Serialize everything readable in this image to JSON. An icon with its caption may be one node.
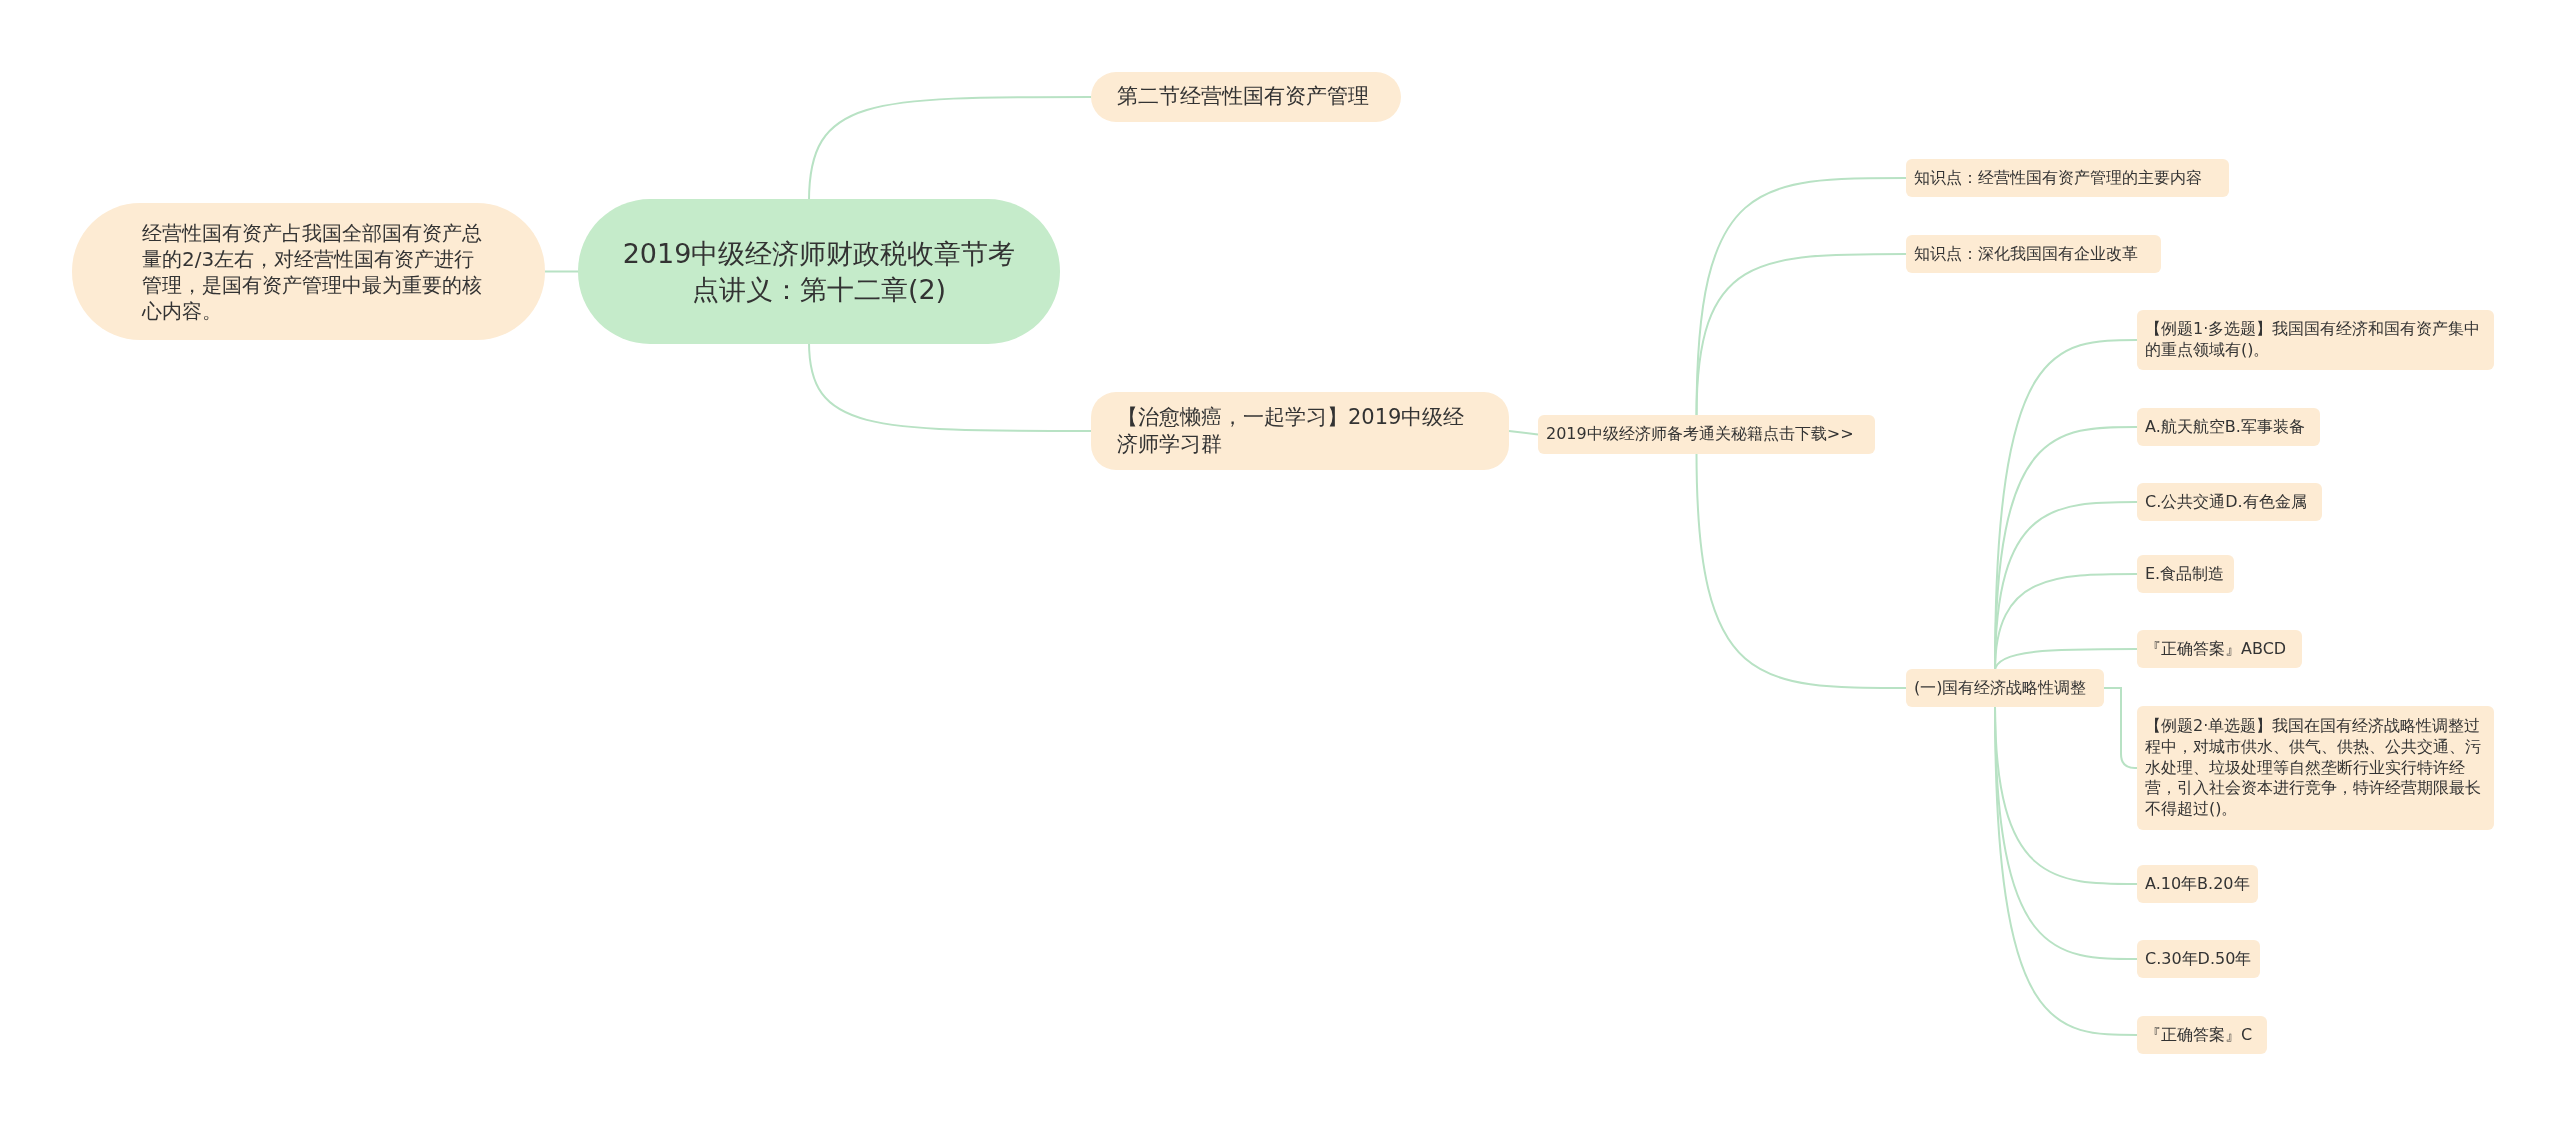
{
  "diagram": {
    "nodes": [
      {
        "text": [
          "2019中级经济师财政税收章节考点讲义：第十二章(2)"
        ]
      },
      {
        "text": [
          "经营性国有资产占我国全部国有资产总量的2/3左右，对经营性国有资产进行管理，是国有资产管理中最为重要的核心内容。"
        ]
      },
      {
        "text": [
          "第二节经营性国有资产管理"
        ]
      },
      {
        "text": [
          "【治愈懒癌，一起学习】2019中级经济师学习群"
        ]
      },
      {
        "text": [
          "2019中级经济师备考通关秘籍点击下载>>"
        ]
      },
      {
        "text": [
          "知识点：经营性国有资产管理的主要内容"
        ]
      },
      {
        "text": [
          "知识点：深化我国国有企业改革"
        ]
      },
      {
        "text": [
          "(一)国有经济战略性调整"
        ]
      },
      {
        "text": [
          "【例题1·多选题】我国国有经济和国有资产集中的重点领域有()。"
        ]
      },
      {
        "text": [
          "A.航天航空B.军事装备"
        ]
      },
      {
        "text": [
          "C.公共交通D.有色金属"
        ]
      },
      {
        "text": [
          "E.食品制造"
        ]
      },
      {
        "text": [
          "『正确答案』ABCD"
        ]
      },
      {
        "text": [
          "【例题2·单选题】我国在国有经济战略性调整过程中，对城市供水、供气、供热、公共交通、污水处理、垃圾处理等自然垄断行业实行特许经营，引入社会资本进行竞争，特许经营期限最长不得超过()。"
        ]
      },
      {
        "text": [
          "A.10年B.20年"
        ]
      },
      {
        "text": [
          "C.30年D.50年"
        ]
      },
      {
        "text": [
          "『正确答案』C"
        ]
      }
    ],
    "edges": [
      {
        "from": 0,
        "to": 1,
        "arrow": "none"
      },
      {
        "from": 0,
        "to": 2,
        "arrow": "none"
      },
      {
        "from": 0,
        "to": 3,
        "arrow": "none"
      },
      {
        "from": 3,
        "to": 4,
        "arrow": "none"
      },
      {
        "from": 4,
        "to": 5,
        "arrow": "none"
      },
      {
        "from": 4,
        "to": 6,
        "arrow": "none"
      },
      {
        "from": 4,
        "to": 7,
        "arrow": "none"
      },
      {
        "from": 7,
        "to": 8,
        "arrow": "none"
      },
      {
        "from": 7,
        "to": 9,
        "arrow": "none"
      },
      {
        "from": 7,
        "to": 10,
        "arrow": "none"
      },
      {
        "from": 7,
        "to": 11,
        "arrow": "none"
      },
      {
        "from": 7,
        "to": 12,
        "arrow": "none"
      },
      {
        "from": 7,
        "to": 13,
        "arrow": "none"
      },
      {
        "from": 7,
        "to": 14,
        "arrow": "none"
      },
      {
        "from": 7,
        "to": 15,
        "arrow": "none"
      },
      {
        "from": 7,
        "to": 16,
        "arrow": "none"
      }
    ]
  }
}
